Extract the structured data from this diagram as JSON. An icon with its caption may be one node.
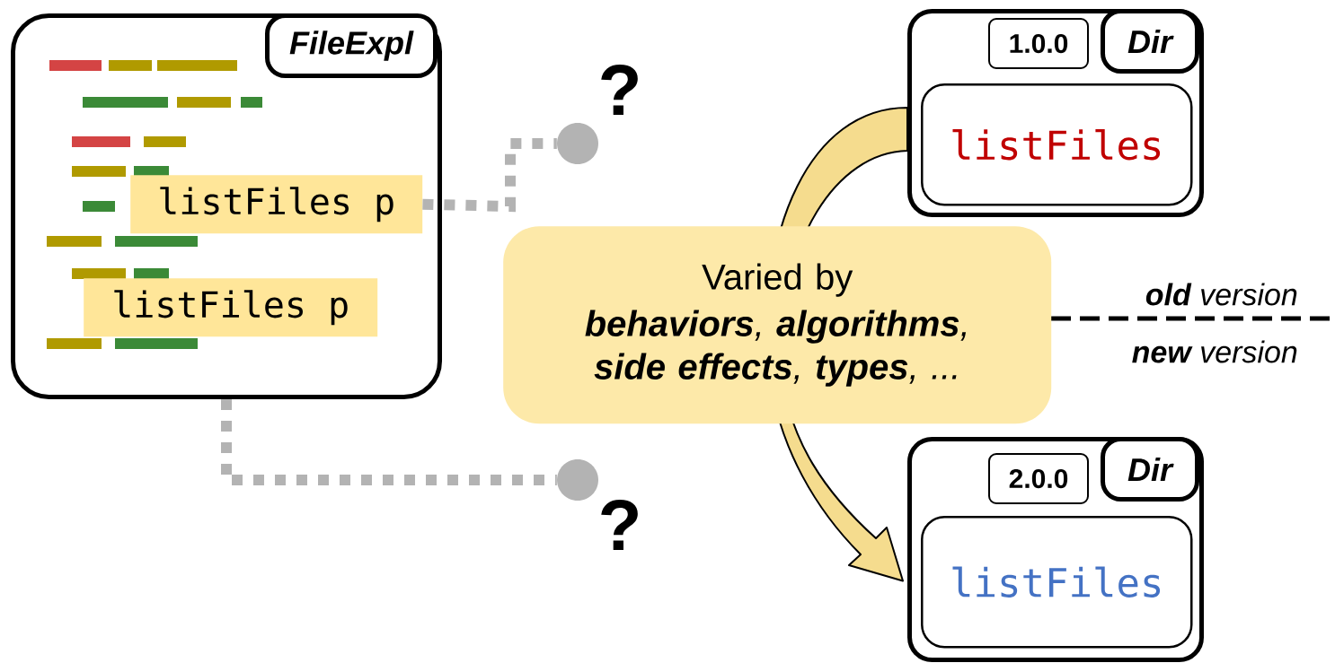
{
  "diagram": {
    "nodes": [
      {
        "text": [
          "FileExpl"
        ]
      },
      {
        "text": [
          "listFiles p"
        ],
        "in": 0
      },
      {
        "text": [
          "listFiles p"
        ],
        "in": 0
      },
      {
        "text": [],
        "shape": "circle"
      },
      {
        "text": [],
        "shape": "circle"
      },
      {
        "text": [
          "Dir"
        ]
      },
      {
        "text": [
          "1.0.0"
        ],
        "in": 5
      },
      {
        "text": [
          "listFiles"
        ],
        "in": 5
      },
      {
        "text": [
          "Dir"
        ]
      },
      {
        "text": [
          "2.0.0"
        ],
        "in": 8
      },
      {
        "text": [
          "listFiles"
        ],
        "in": 8
      },
      {
        "text": [
          "Varied by",
          "**behaviors**, **algorithms**, **side effects**, **types**, ..."
        ]
      }
    ],
    "edges": [
      {
        "from": 1,
        "to": 3,
        "arrow": "none",
        "style": "dashed",
        "color": "#b3b3b3"
      },
      {
        "from": 0,
        "to": 4,
        "arrow": "none",
        "style": "dashed",
        "color": "#b3b3b3"
      },
      {
        "from": 5,
        "to": 8,
        "arrow": "to",
        "style": "thick",
        "color": "#f5dc8e"
      }
    ],
    "labels": [
      "?",
      "**old** version",
      "**new** version",
      "?"
    ]
  }
}
